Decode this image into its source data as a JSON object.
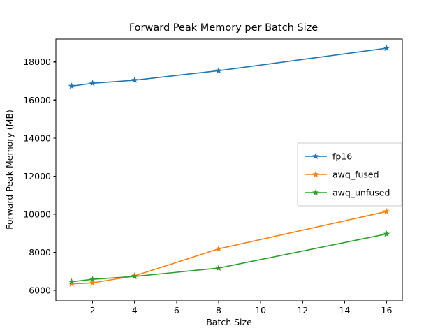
{
  "chart_data": {
    "type": "line",
    "title": "Forward Peak Memory per Batch Size",
    "xlabel": "Batch Size",
    "ylabel": "Forward Peak Memory (MB)",
    "x": [
      1,
      2,
      4,
      8,
      16
    ],
    "xlim": [
      0.25,
      16.75
    ],
    "ylim": [
      5450,
      19200
    ],
    "xticks": [
      2,
      4,
      6,
      8,
      10,
      12,
      14,
      16
    ],
    "xtick_labels": [
      "2",
      "4",
      "6",
      "8",
      "10",
      "12",
      "14",
      "16"
    ],
    "yticks": [
      6000,
      8000,
      10000,
      12000,
      14000,
      16000,
      18000
    ],
    "ytick_labels": [
      "6000",
      "8000",
      "10000",
      "12000",
      "14000",
      "16000",
      "18000"
    ],
    "grid": false,
    "legend_position": "center-right",
    "marker": "star",
    "series": [
      {
        "name": "fp16",
        "color": "#1f77b4",
        "values": [
          16730,
          16880,
          17040,
          17540,
          18720
        ]
      },
      {
        "name": "awq_fused",
        "color": "#ff7f0e",
        "values": [
          6340,
          6390,
          6760,
          8180,
          10140
        ]
      },
      {
        "name": "awq_unfused",
        "color": "#2ca02c",
        "values": [
          6450,
          6580,
          6730,
          7170,
          8960
        ]
      }
    ]
  },
  "figure": {
    "background": "#ffffff",
    "axes_color": "#000000"
  }
}
